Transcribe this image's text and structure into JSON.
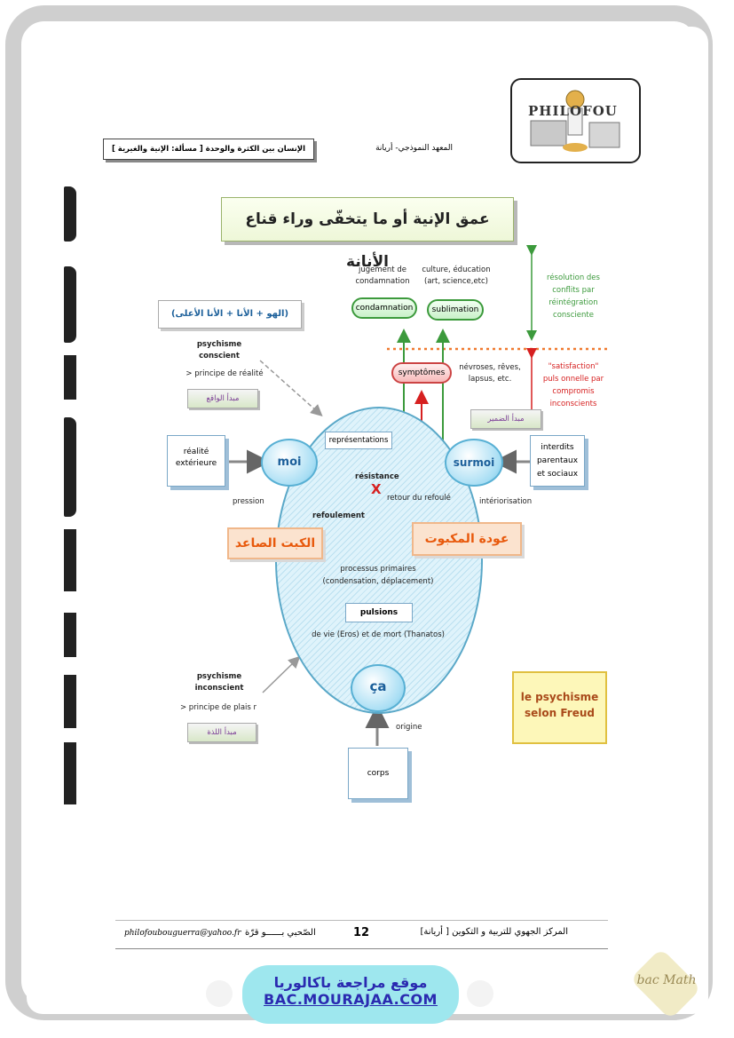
{
  "header": {
    "logo": "PHILOFOU",
    "left_box": "الإنسان بين الكثرة والوحدة [ مسألة: الإنية والغيرية ]",
    "right_text": "المعهد النموذجي- أريانة"
  },
  "title": "عمق الإنية أو ما يتخفّى وراء قناع الأنانة",
  "top": {
    "label_jugement": [
      "jugement de",
      "condamnation"
    ],
    "label_culture": [
      "culture, éducation",
      "(art, science,etc)"
    ],
    "condamnation": "condamnation",
    "sublimation": "sublimation",
    "resolution": [
      "résolution des",
      "conflits par",
      "réintégration",
      "consciente"
    ],
    "symptomes": "symptômes",
    "nevroses": [
      "névroses, rêves,",
      "lapsus, etc."
    ],
    "satisfaction": [
      "\"satisfaction\"",
      "puls onnelle par",
      "compromis",
      "inconscients"
    ]
  },
  "left": {
    "ca_moi_surmoi": "(الهو + الأنا + الأنا الأعلى)",
    "psychisme_conscient": [
      "psychisme",
      "conscient"
    ],
    "principe_realite": "> principe de réalité",
    "mabda_waqi": "مبدأ الواقع",
    "realite": [
      "réalité",
      "extérieure"
    ],
    "pression": "pression",
    "psychisme_inconscient": [
      "psychisme",
      "inconscient"
    ],
    "principe_plaisir": "> principe de plais r",
    "mabda_ladha": "مبدأ اللذة"
  },
  "center": {
    "moi": "moi",
    "surmoi": "surmoi",
    "representations": "représentations",
    "resistance": "résistance",
    "refoulement": "refoulement",
    "retour": "retour du refoulé",
    "interiorisation": "intériorisation",
    "processus": [
      "processus primaires",
      "(condensation, déplacement)"
    ],
    "pulsions": "pulsions",
    "vie_mort": "de vie (Eros) et de mort (Thanatos)",
    "ca": "ça",
    "origine": "origine",
    "corps": "corps",
    "x_mark": "X"
  },
  "right": {
    "mabda_damir": "مبدأ الضمير",
    "interdits": [
      "interdits",
      "parentaux",
      "et sociaux"
    ]
  },
  "orange": {
    "kabt": "الكبت الصاعد",
    "awda": "عودة المكبوت"
  },
  "yellow": [
    "le psychisme",
    "selon Freud"
  ],
  "footer": {
    "email": "philofoubouguerra@yahoo.fr",
    "author": "الصّحبي بــــــو قرّة",
    "page": "12",
    "centre": "المركز الجهوي للتربية و التكوين [ أريانة]"
  },
  "banner": {
    "ar": "موقع مراجعة باكالوريا",
    "en": "BAC.MOURAJAA.COM"
  },
  "badge": "bac Math",
  "colors": {
    "green": "#3c9a3c",
    "red": "#d62020",
    "orange_dot": "#f07a30",
    "blue": "#1b5f9a"
  }
}
